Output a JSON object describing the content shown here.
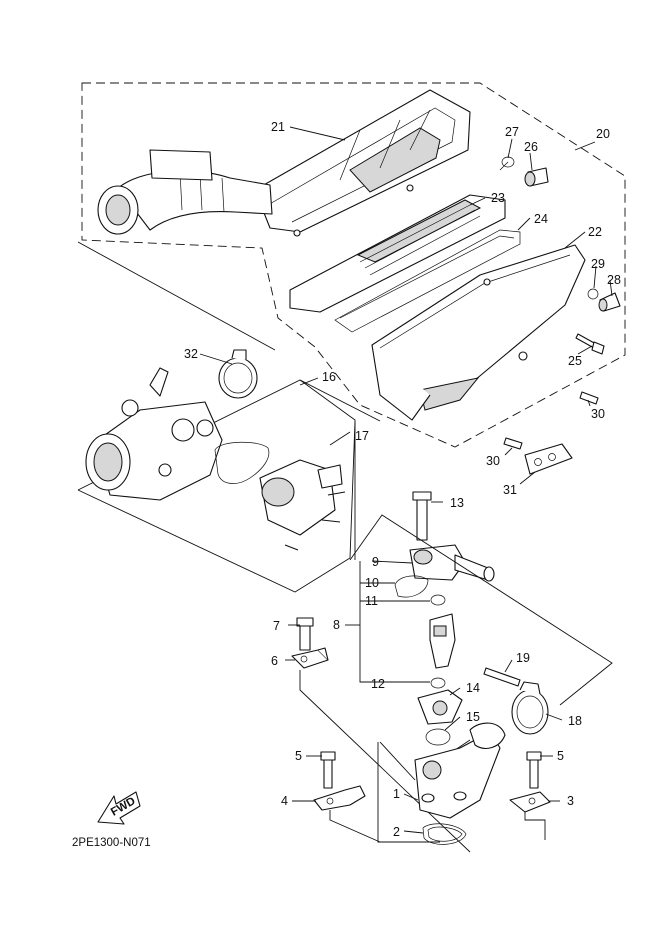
{
  "diagram": {
    "code": "2PE1300-N071",
    "fwd_label": "FWD",
    "callouts": {
      "c1": "1",
      "c2": "2",
      "c3": "3",
      "c4": "4",
      "c5a": "5",
      "c5b": "5",
      "c6": "6",
      "c7": "7",
      "c8": "8",
      "c9": "9",
      "c10": "10",
      "c11": "11",
      "c12": "12",
      "c13": "13",
      "c14": "14",
      "c15": "15",
      "c16": "16",
      "c17": "17",
      "c18": "18",
      "c19": "19",
      "c20": "20",
      "c21": "21",
      "c22": "22",
      "c23": "23",
      "c24": "24",
      "c25": "25",
      "c26": "26",
      "c27": "27",
      "c28": "28",
      "c29": "29",
      "c30a": "30",
      "c30b": "30",
      "c31": "31",
      "c32": "32"
    }
  }
}
